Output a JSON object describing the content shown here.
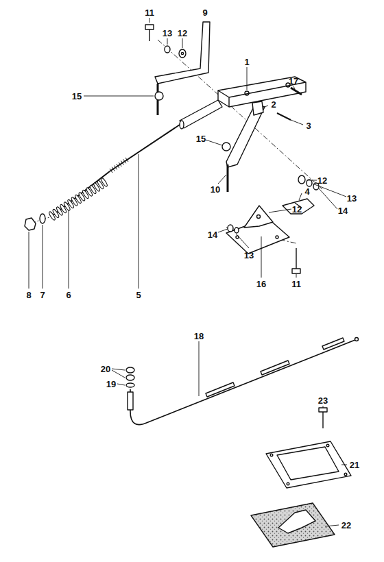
{
  "diagram": {
    "labels": [
      "11",
      "13",
      "12",
      "9",
      "15",
      "1",
      "17",
      "2",
      "3",
      "12",
      "13",
      "14",
      "4",
      "15",
      "10",
      "5",
      "6",
      "7",
      "8",
      "12",
      "14",
      "13",
      "16",
      "11",
      "18",
      "20",
      "19",
      "23",
      "21",
      "22"
    ]
  }
}
